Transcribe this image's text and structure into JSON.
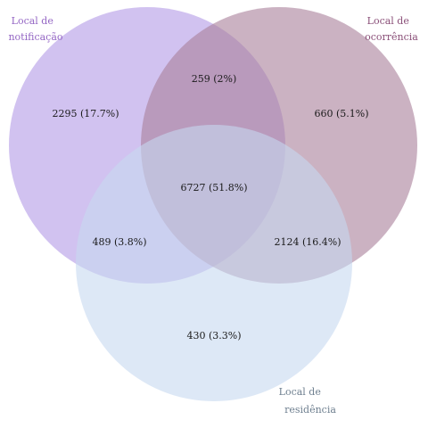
{
  "sets": [
    {
      "id": "notificacao",
      "label_lines": [
        "Local de",
        "notificação"
      ],
      "color": "#b39ae6",
      "label_color": "#9466c4"
    },
    {
      "id": "ocorrencia",
      "label_lines": [
        "Local de",
        "ocorrência"
      ],
      "color": "#a97f99",
      "label_color": "#8a4f78"
    },
    {
      "id": "residencia",
      "label_lines": [
        "Local de",
        "residência"
      ],
      "color": "#c6d8f0",
      "label_color": "#6e7f8f"
    }
  ],
  "regions": [
    {
      "sets": [
        "notificacao"
      ],
      "label": "2295 (17.7%)"
    },
    {
      "sets": [
        "notificacao",
        "ocorrencia"
      ],
      "label": "259 (2%)"
    },
    {
      "sets": [
        "ocorrencia"
      ],
      "label": "660 (5.1%)"
    },
    {
      "sets": [
        "notificacao",
        "ocorrencia",
        "residencia"
      ],
      "label": "6727 (51.8%)"
    },
    {
      "sets": [
        "notificacao",
        "residencia"
      ],
      "label": "489 (3.8%)"
    },
    {
      "sets": [
        "ocorrencia",
        "residencia"
      ],
      "label": "2124 (16.4%)"
    },
    {
      "sets": [
        "residencia"
      ],
      "label": "430 (3.3%)"
    }
  ]
}
